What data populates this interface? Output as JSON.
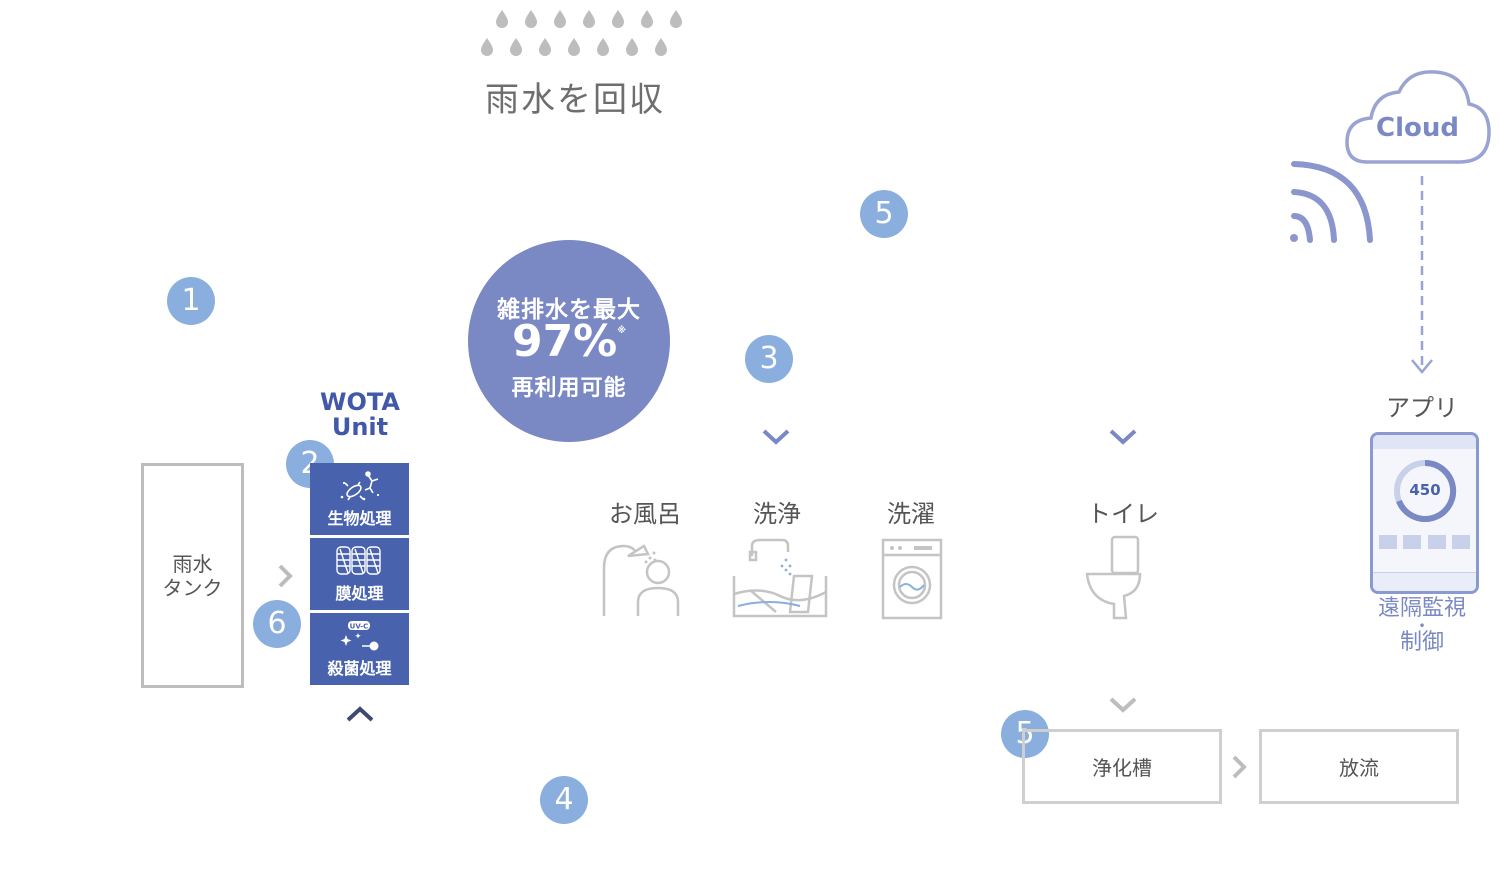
{
  "rain": {
    "title": "雨水を回収"
  },
  "badges": {
    "b1": "1",
    "b2": "2",
    "b3": "3",
    "b4": "4",
    "b5": "5",
    "b6": "6"
  },
  "summary": {
    "line1": "雑排水を最大",
    "value": "97%",
    "note": "※",
    "line3": "再利用可能"
  },
  "unit": {
    "title_line1": "WOTA",
    "title_line2": "Unit",
    "stages": [
      {
        "label": "生物処理",
        "icon": "microbe-icon"
      },
      {
        "label": "膜処理",
        "icon": "membrane-filter-icon"
      },
      {
        "label": "殺菌処理",
        "icon": "uv-sterilize-icon",
        "icon_text": "UV-C"
      }
    ]
  },
  "tank": {
    "line1": "雨水",
    "line2": "タンク"
  },
  "uses": {
    "bath": "お風呂",
    "wash": "洗浄",
    "laundry": "洗濯",
    "toilet": "トイレ"
  },
  "septic": {
    "label": "浄化槽"
  },
  "discharge": {
    "label": "放流"
  },
  "cloud": {
    "label": "Cloud"
  },
  "app": {
    "label": "アプリ",
    "screen_value": "450",
    "remote_line1": "遠隔監視",
    "remote_dot": "•",
    "remote_line2": "制御"
  },
  "colors": {
    "accent": "#7a88c3",
    "unit_blue": "#4862ad",
    "badge_blue": "#8aaedd",
    "gray_border": "#cfcfcf"
  }
}
